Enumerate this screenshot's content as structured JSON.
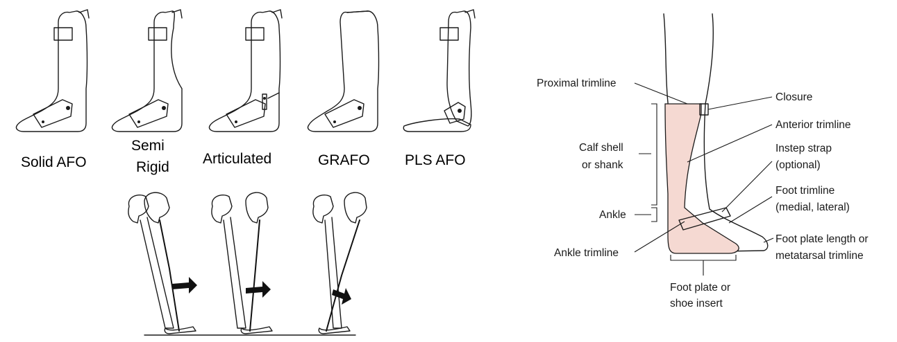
{
  "afo_types": [
    {
      "id": "solid",
      "label": "Solid AFO"
    },
    {
      "id": "semi",
      "label": "Semi\nRigid"
    },
    {
      "id": "articulated",
      "label": "Articulated"
    },
    {
      "id": "grafo",
      "label": "GRAFO"
    },
    {
      "id": "pls",
      "label": "PLS AFO"
    }
  ],
  "anatomy_labels": {
    "proximal_trimline": "Proximal trimline",
    "calf_shell": "Calf shell\nor shank",
    "ankle": "Ankle",
    "ankle_trimline": "Ankle trimline",
    "foot_plate": "Foot plate or\nshoe insert",
    "closure": "Closure",
    "anterior_trimline": "Anterior trimline",
    "instep_strap": "Instep strap\n(optional)",
    "foot_trimline": "Foot trimline\n(medial, lateral)",
    "foot_plate_length": "Foot plate length or\nmetatarsal trimline"
  },
  "colors": {
    "shell_fill": "#f5d9d2",
    "ink": "#1a1a1a"
  }
}
